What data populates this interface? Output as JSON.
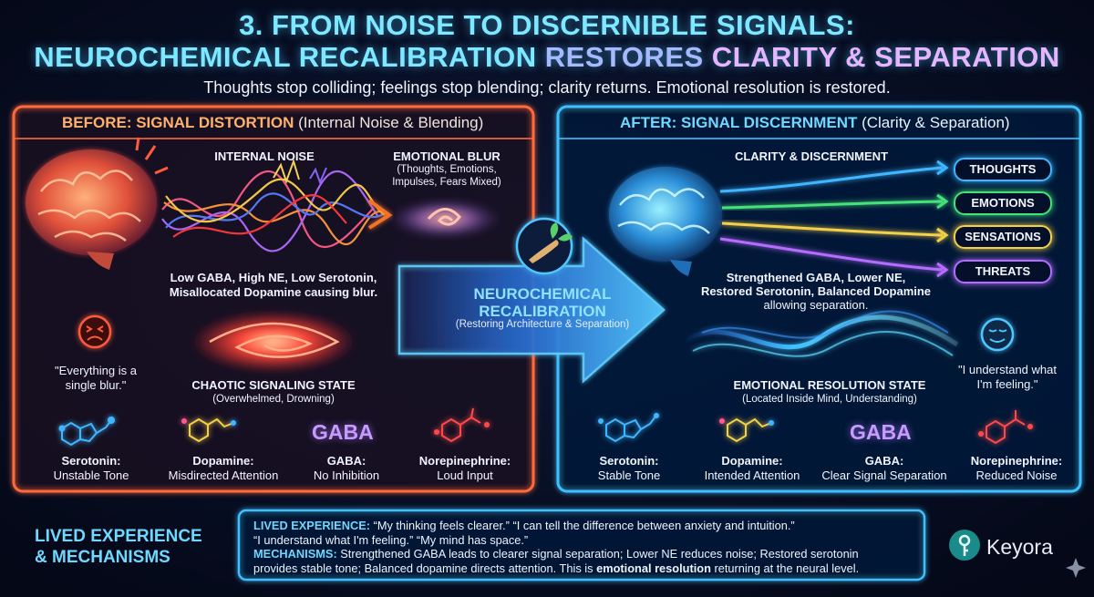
{
  "title": {
    "line1": "3. FROM NOISE TO DISCERNIBLE SIGNALS:",
    "line2_a": "NEUROCHEMICAL RECALIBRATION ",
    "line2_b": "RESTORES ",
    "line2_c": "CLARITY & SEPARATION"
  },
  "subtitle": "Thoughts stop colliding; feelings stop blending; clarity returns. Emotional resolution is restored.",
  "before": {
    "heading_strong": "BEFORE: SIGNAL DISTORTION",
    "heading_rest": " (Internal Noise & Blending)",
    "internal_noise": "INTERNAL NOISE",
    "blur_title": "EMOTIONAL BLUR",
    "blur_line1": "(Thoughts, Emotions,",
    "blur_line2": "Impulses, Fears Mixed)",
    "cause_line1": "Low GABA, High NE, Low Serotonin,",
    "cause_line2": "Misallocated Dopamine causing blur.",
    "quote_line1": "\"Everything is a",
    "quote_line2": "single blur.\"",
    "state_title": "CHAOTIC SIGNALING STATE",
    "state_sub": "(Overwhelmed, Drowning)",
    "molecules": [
      {
        "name": "Serotonin:",
        "desc": "Unstable Tone"
      },
      {
        "name": "Dopamine:",
        "desc": "Misdirected Attention"
      },
      {
        "name": "GABA:",
        "desc": "No Inhibition"
      },
      {
        "name": "Norepinephrine:",
        "desc": "Loud Input"
      }
    ],
    "gaba_label": "GABA"
  },
  "middle": {
    "line1": "NEUROCHEMICAL",
    "line2": "RECALIBRATION",
    "sub": "(Restoring Architecture & Separation)"
  },
  "after": {
    "heading_strong": "AFTER: SIGNAL DISCERNMENT",
    "heading_rest": " (Clarity & Separation)",
    "clarity_title": "CLARITY & DISCERNMENT",
    "chips": [
      "THOUGHTS",
      "EMOTIONS",
      "SENSATIONS",
      "THREATS"
    ],
    "cause_line1": "Strengthened GABA, Lower NE,",
    "cause_line2": "Restored Serotonin, Balanced Dopamine",
    "cause_line3": "allowing separation.",
    "state_title": "EMOTIONAL RESOLUTION STATE",
    "state_sub": "(Located Inside Mind, Understanding)",
    "quote_line1": "\"I understand what",
    "quote_line2": "I'm feeling.\"",
    "molecules": [
      {
        "name": "Serotonin:",
        "desc": "Stable Tone"
      },
      {
        "name": "Dopamine:",
        "desc": "Intended Attention"
      },
      {
        "name": "GABA:",
        "desc": "Clear Signal Separation"
      },
      {
        "name": "Norepinephrine:",
        "desc": "Reduced Noise"
      }
    ],
    "gaba_label": "GABA"
  },
  "footer": {
    "left_line1": "LIVED EXPERIENCE",
    "left_line2": "& MECHANISMS",
    "lived_key": "LIVED EXPERIENCE:",
    "lived_text1": " “My thinking feels clearer.” “I can tell the difference between anxiety and intuition.”",
    "lived_text2": "“I understand what I'm feeling.” “My mind has space.”",
    "mech_key": "MECHANISMS:",
    "mech_text1": " Strengthened GABA leads to clearer signal separation; Lower NE reduces noise; Restored serotonin",
    "mech_text2a": "provides stable tone; Balanced dopamine directs attention. This is ",
    "mech_bold": "emotional resolution",
    "mech_text2b": " returning at the neural level."
  },
  "brand": "Keyora",
  "colors": {
    "before_accent": "#ff7a3c",
    "after_accent": "#4fc6ff",
    "thoughts": "#3fb6ff",
    "emotions": "#47e07a",
    "sensations": "#f2d04a",
    "threats": "#b56cff"
  }
}
